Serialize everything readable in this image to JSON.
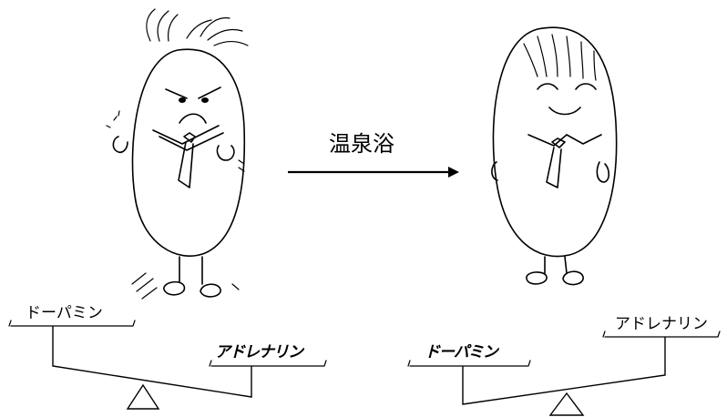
{
  "process_label": "温泉浴",
  "before": {
    "dopamine_label": "ドーパミン",
    "adrenaline_label": "アドレナリン"
  },
  "after": {
    "dopamine_label": "ドーパミン",
    "adrenaline_label": "アドレナリン"
  },
  "colors": {
    "ink": "#000000",
    "background": "#ffffff"
  }
}
